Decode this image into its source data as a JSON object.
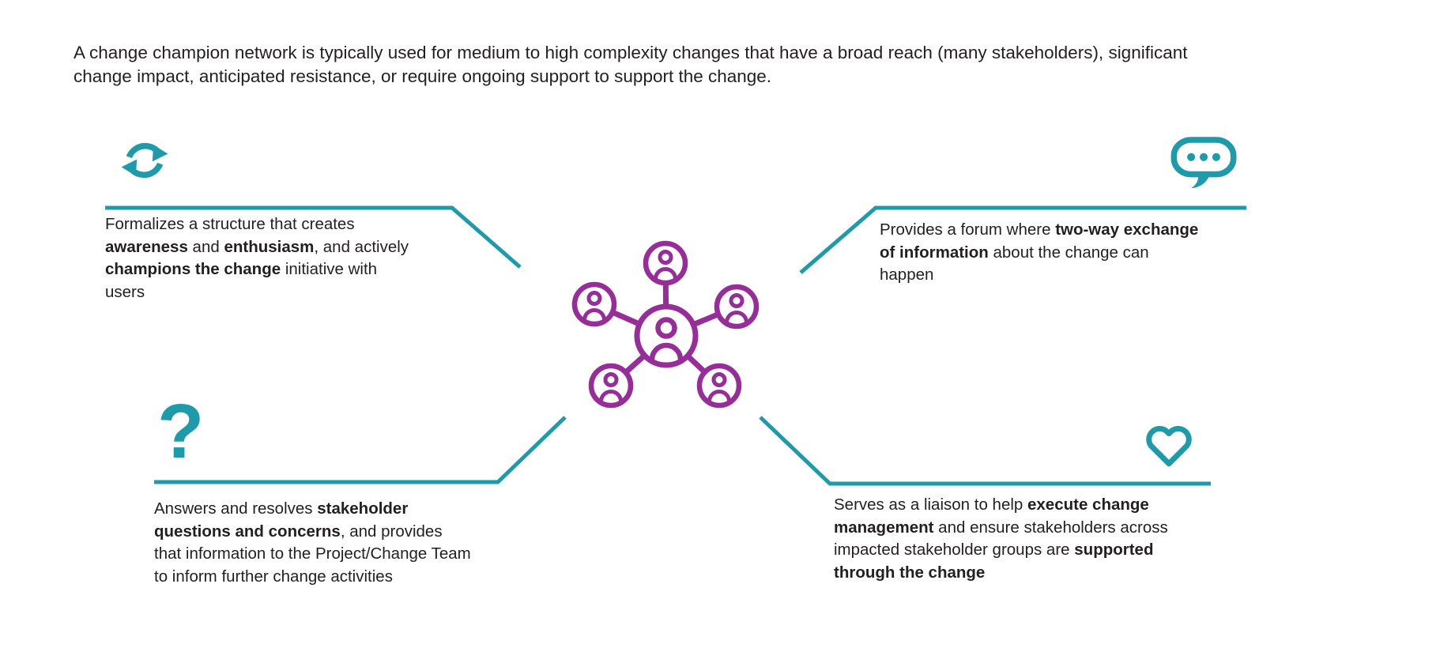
{
  "colors": {
    "teal": "#1D9BAB",
    "purple": "#962D98",
    "text": "#231F20",
    "background": "#FFFFFF"
  },
  "header": {
    "lines": [
      [
        {
          "t": "A change champion network is typically used for medium to high complexity changes that have a broad reach (many stakeholders), significant"
        }
      ],
      [
        {
          "t": "change impact, anticipated resistance, or require ongoing support to support the change."
        }
      ]
    ]
  },
  "center": {
    "icon": "network-people-icon",
    "description_visible": false
  },
  "quadrants": {
    "top_left": {
      "icon": "refresh-cycle-icon",
      "lines": [
        [
          {
            "t": "Formalizes a structure that creates"
          }
        ],
        [
          {
            "t": "awareness",
            "b": 1
          },
          {
            "t": " and "
          },
          {
            "t": "enthusiasm",
            "b": 1
          },
          {
            "t": ", and actively"
          }
        ],
        [
          {
            "t": "champions the change",
            "b": 1
          },
          {
            "t": " initiative with"
          }
        ],
        [
          {
            "t": "users"
          }
        ]
      ]
    },
    "top_right": {
      "icon": "speech-bubble-icon",
      "lines": [
        [
          {
            "t": "Provides a forum where "
          },
          {
            "t": "two-way exchange",
            "b": 1
          }
        ],
        [
          {
            "t": "of information",
            "b": 1
          },
          {
            "t": " about the change can"
          }
        ],
        [
          {
            "t": "happen"
          }
        ]
      ]
    },
    "bottom_left": {
      "icon": "question-mark-icon",
      "glyph": "?",
      "lines": [
        [
          {
            "t": "Answers and resolves "
          },
          {
            "t": "stakeholder",
            "b": 1
          }
        ],
        [
          {
            "t": "questions and concerns",
            "b": 1
          },
          {
            "t": ", and provides"
          }
        ],
        [
          {
            "t": "that information to the Project/Change Team"
          }
        ],
        [
          {
            "t": "to inform further change activities"
          }
        ]
      ]
    },
    "bottom_right": {
      "icon": "heart-icon",
      "lines": [
        [
          {
            "t": "Serves as a liaison to help "
          },
          {
            "t": "execute change",
            "b": 1
          }
        ],
        [
          {
            "t": "management",
            "b": 1
          },
          {
            "t": " and ensure stakeholders across"
          }
        ],
        [
          {
            "t": "impacted stakeholder groups are "
          },
          {
            "t": "supported",
            "b": 1
          }
        ],
        [
          {
            "t": "through the change",
            "b": 1
          }
        ]
      ]
    }
  }
}
